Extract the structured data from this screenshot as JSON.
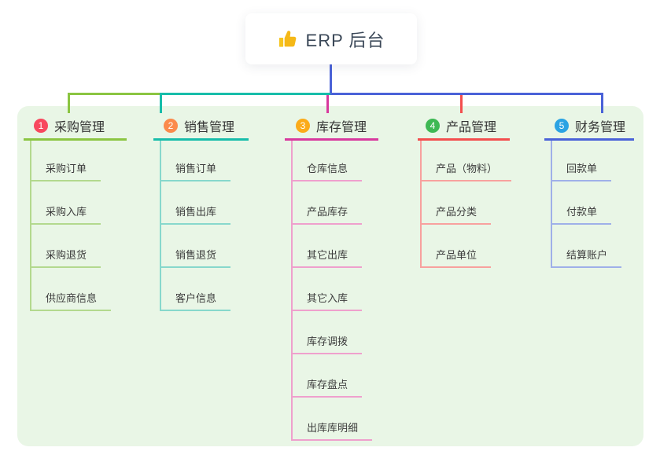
{
  "root": {
    "label": "ERP 后台",
    "icon": "thumbs-up-icon",
    "icon_color": "#f5b817",
    "connector_color": "#4a62d8"
  },
  "canvas": {
    "background": "#ffffff",
    "panel_background": "#e9f6e6"
  },
  "text_colors": {
    "root": "#3b4858",
    "heading": "#333333",
    "child": "#3c3c3c"
  },
  "branches": [
    {
      "index": "1",
      "label": "采购管理",
      "badge_color": "#f8485e",
      "line_color": "#8bc542",
      "child_line_color": "#b3d98e",
      "children": [
        "采购订单",
        "采购入库",
        "采购退货",
        "供应商信息"
      ]
    },
    {
      "index": "2",
      "label": "销售管理",
      "badge_color": "#fb8a4b",
      "line_color": "#17bdaa",
      "child_line_color": "#87d8cc",
      "children": [
        "销售订单",
        "销售出库",
        "销售退货",
        "客户信息"
      ]
    },
    {
      "index": "3",
      "label": "库存管理",
      "badge_color": "#fbab19",
      "line_color": "#d8399e",
      "child_line_color": "#efa0cd",
      "children": [
        "仓库信息",
        "产品库存",
        "其它出库",
        "其它入库",
        "库存调拨",
        "库存盘点",
        "出库库明细"
      ]
    },
    {
      "index": "4",
      "label": "产品管理",
      "badge_color": "#3eb854",
      "line_color": "#f34e4e",
      "child_line_color": "#f8a19e",
      "children": [
        "产品（物料）",
        "产品分类",
        "产品单位"
      ]
    },
    {
      "index": "5",
      "label": "财务管理",
      "badge_color": "#2ba3e3",
      "line_color": "#4a62d8",
      "child_line_color": "#9fb0e9",
      "children": [
        "回款单",
        "付款单",
        "结算账户"
      ]
    }
  ]
}
